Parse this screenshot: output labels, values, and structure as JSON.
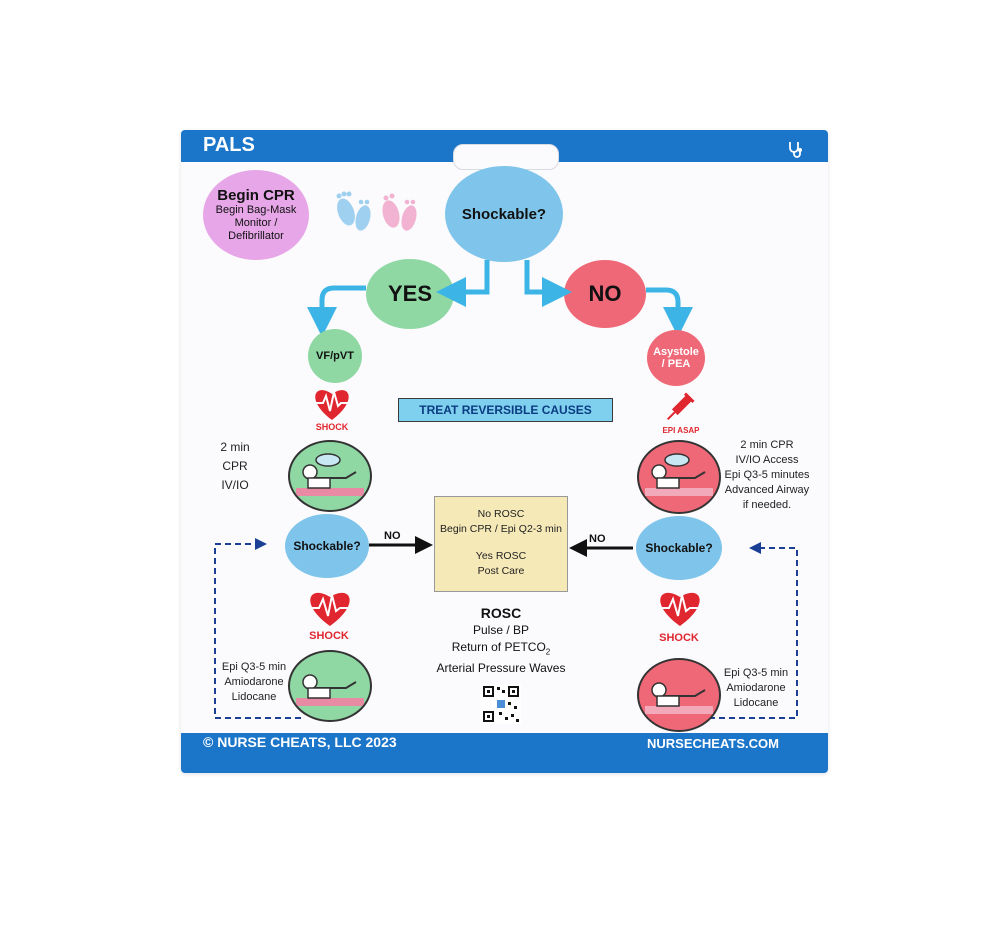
{
  "card": {
    "title": "PALS",
    "footer_left": "© NURSE CHEATS, LLC 2023",
    "footer_right": "NURSECHEATS.COM"
  },
  "begin": {
    "title": "Begin CPR",
    "line1": "Begin Bag-Mask",
    "line2": "Monitor /",
    "line3": "Defibrillator"
  },
  "top_question": "Shockable?",
  "yes_label": "YES",
  "no_label": "NO",
  "left": {
    "rhythm": "VF/pVT",
    "shock_label": "SHOCK",
    "step1": [
      "2 min",
      "CPR",
      "IV/IO"
    ],
    "question": "Shockable?",
    "no_arrow": "NO",
    "shock_label2": "SHOCK",
    "step2": [
      "Epi Q3-5 min",
      "Amiodarone",
      "Lidocane"
    ]
  },
  "right": {
    "rhythm_line1": "Asystole",
    "rhythm_line2": "/ PEA",
    "epi_label": "EPI ASAP",
    "step1": [
      "2 min CPR",
      "IV/IO Access",
      "Epi Q3-5 minutes",
      "Advanced Airway",
      "if needed."
    ],
    "question": "Shockable?",
    "no_arrow": "NO",
    "shock_label": "SHOCK",
    "step2": [
      "Epi Q3-5 min",
      "Amiodarone",
      "Lidocane"
    ]
  },
  "treat": "TREAT REVERSIBLE CAUSES",
  "center_box": {
    "line1": "No ROSC",
    "line2": "Begin CPR / Epi Q2-3 min",
    "line3": "Yes ROSC",
    "line4": "Post Care"
  },
  "rosc": {
    "title": "ROSC",
    "line1": "Pulse / BP",
    "line2": "Return of PETCO",
    "line2_sub": "2",
    "line3": "Arterial Pressure Waves"
  },
  "colors": {
    "brand_blue": "#1b75c9",
    "question_blue": "#7fc4ea",
    "yes_green": "#8fd8a4",
    "no_red": "#ef6877",
    "begin_pink": "#e6a6e7",
    "shock_red": "#e0262f",
    "arrow_cyan": "#3cb4e6",
    "dashed_navy": "#1a3f95"
  }
}
